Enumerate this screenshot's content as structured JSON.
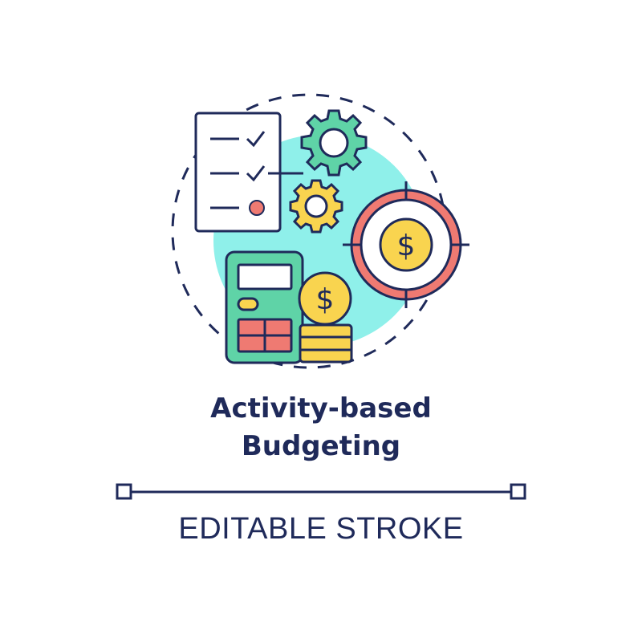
{
  "title": {
    "line1": "Activity-based",
    "line2": "Budgeting"
  },
  "footer": {
    "label": "EDITABLE STROKE"
  },
  "icons": {
    "currency_symbol": "$",
    "items": [
      "checklist-document-icon",
      "gear-icon",
      "target-dollar-icon",
      "calculator-icon",
      "coin-stack-icon"
    ]
  },
  "colors": {
    "outline": "#1f2a5a",
    "teal": "#8ff0ea",
    "green": "#5fd3a7",
    "coral": "#ef7a72",
    "yellow": "#f9d44f",
    "white": "#ffffff"
  }
}
